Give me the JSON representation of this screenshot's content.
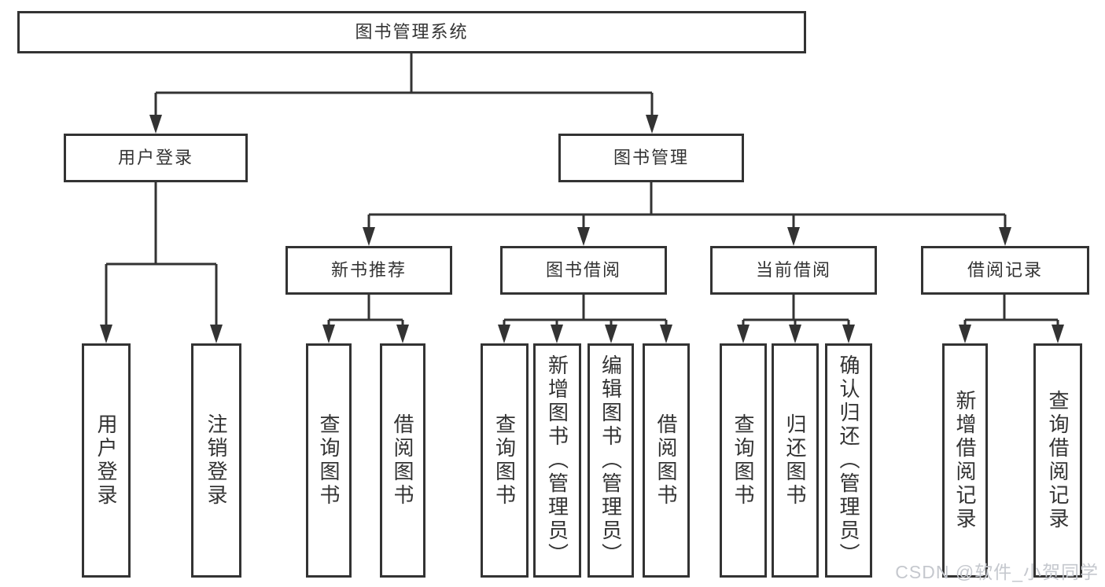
{
  "diagram": {
    "root": {
      "label": "图书管理系统"
    },
    "branches": [
      {
        "label": "用户登录",
        "leaves": [
          {
            "label": "用户登录"
          },
          {
            "label": "注销登录"
          }
        ]
      },
      {
        "label": "图书管理",
        "sections": [
          {
            "label": "新书推荐",
            "leaves": [
              {
                "label": "查询图书"
              },
              {
                "label": "借阅图书"
              }
            ]
          },
          {
            "label": "图书借阅",
            "leaves": [
              {
                "label": "查询图书"
              },
              {
                "label": "新增图书（管理员）"
              },
              {
                "label": "编辑图书（管理员）"
              },
              {
                "label": "借阅图书"
              }
            ]
          },
          {
            "label": "当前借阅",
            "leaves": [
              {
                "label": "查询图书"
              },
              {
                "label": "归还图书"
              },
              {
                "label": "确认归还（管理员）"
              }
            ]
          },
          {
            "label": "借阅记录",
            "leaves": [
              {
                "label": "新增借阅记录"
              },
              {
                "label": "查询借阅记录"
              }
            ]
          }
        ]
      }
    ]
  },
  "watermark": {
    "text": "CSDN @软件_小贺同学"
  },
  "colors": {
    "line": "#333333",
    "text": "#333333",
    "watermark": "#c5c8ce",
    "background": "#ffffff"
  }
}
